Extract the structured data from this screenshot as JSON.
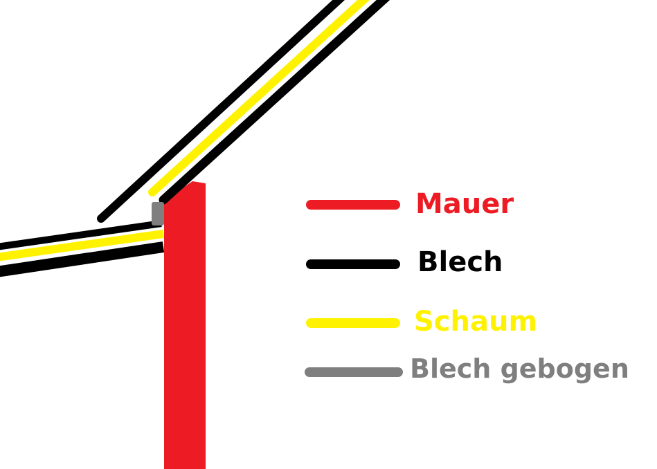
{
  "colors": {
    "background": "#ffffff",
    "wall": "#ed1c24",
    "sheet": "#000000",
    "foam": "#fff200",
    "sheet_bent": "#7f7f7f"
  },
  "legend": {
    "items": [
      {
        "key": "wall",
        "label": "Mauer",
        "color": "#ed1c24"
      },
      {
        "key": "sheet",
        "label": "Blech",
        "color": "#000000"
      },
      {
        "key": "foam",
        "label": "Schaum",
        "color": "#fff200"
      },
      {
        "key": "sheet_bent",
        "label": "Blech gebogen",
        "color": "#7f7f7f"
      }
    ]
  }
}
